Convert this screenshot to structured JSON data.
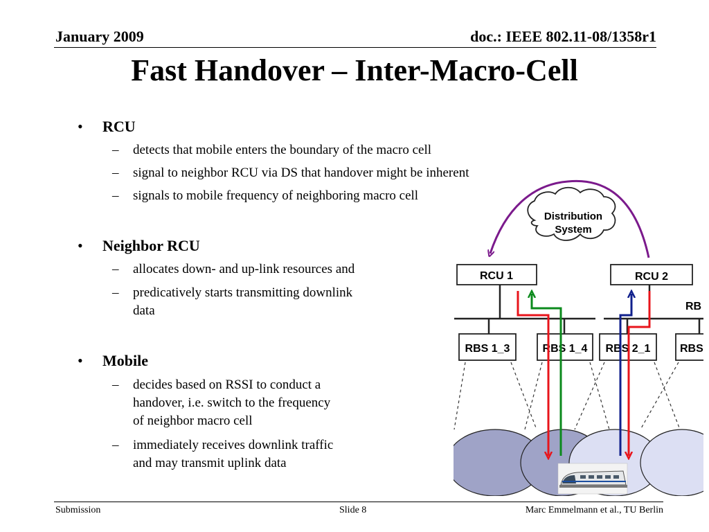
{
  "header": {
    "date": "January 2009",
    "doc": "doc.: IEEE 802.11-08/1358r1"
  },
  "title": "Fast Handover – Inter-Macro-Cell",
  "bullets": [
    {
      "label": "RCU",
      "items": [
        "detects that mobile enters the boundary of the macro cell",
        "signal to neighbor RCU via DS that handover might be inherent",
        "signals to mobile frequency of neighboring macro cell"
      ]
    },
    {
      "label": "Neighbor RCU",
      "items": [
        "allocates down- and up-link resources and",
        "predicatively starts transmitting downlink",
        "data"
      ]
    },
    {
      "label": "Mobile",
      "items": [
        "decides based on RSSI to conduct a",
        "handover, i.e. switch to the frequency",
        "of neighbor macro cell",
        "immediately receives downlink traffic",
        "and may transmit uplink data"
      ]
    }
  ],
  "diagram": {
    "cloud": [
      "Distribution",
      "System"
    ],
    "rcu1": "RCU 1",
    "rcu2": "RCU 2",
    "rbs_partial": "RB",
    "rbs": [
      "RBS 1_3",
      "RBS 1_4",
      "RBS 2_1",
      "RBS"
    ],
    "colors": {
      "signal": "#7b1a8c",
      "down": "#e8141b",
      "up": "#0b8a1c",
      "up2": "#10208c",
      "cell_dark": "#9fa3c7",
      "cell_light": "#dcdff3"
    }
  },
  "footer": {
    "left": "Submission",
    "center": "Slide 8",
    "right": "Marc Emmelmann et al., TU Berlin"
  }
}
